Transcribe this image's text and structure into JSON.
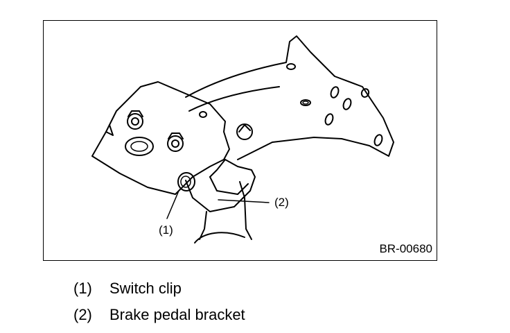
{
  "figure": {
    "id": "BR-00680",
    "callouts": [
      {
        "number": "(1)"
      },
      {
        "number": "(2)"
      }
    ]
  },
  "legend": [
    {
      "number": "(1)",
      "label": "Switch clip"
    },
    {
      "number": "(2)",
      "label": "Brake pedal bracket"
    }
  ]
}
